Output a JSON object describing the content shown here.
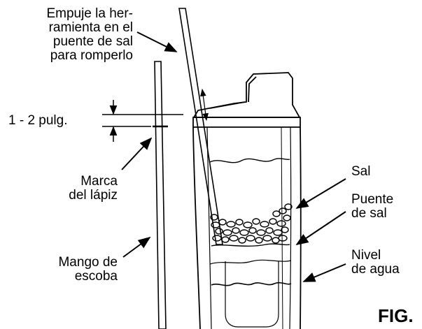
{
  "labels": {
    "push_tool": [
      "Empuje la her-",
      "ramienta en el",
      "puente de sal",
      "para romperlo"
    ],
    "distance": "1 - 2 pulg.",
    "pencil_mark": [
      "Marca",
      "del lápiz"
    ],
    "broom_handle": [
      "Mango de",
      "escoba"
    ],
    "salt": "Sal",
    "salt_bridge": [
      "Puente",
      "de sal"
    ],
    "water_level": [
      "Nivel",
      "de agua"
    ],
    "figure": "FIG."
  },
  "icons": [
    "broom-handle-icon",
    "brine-tank-icon",
    "salt-bridge-icon",
    "pointer-arrow-icon"
  ]
}
